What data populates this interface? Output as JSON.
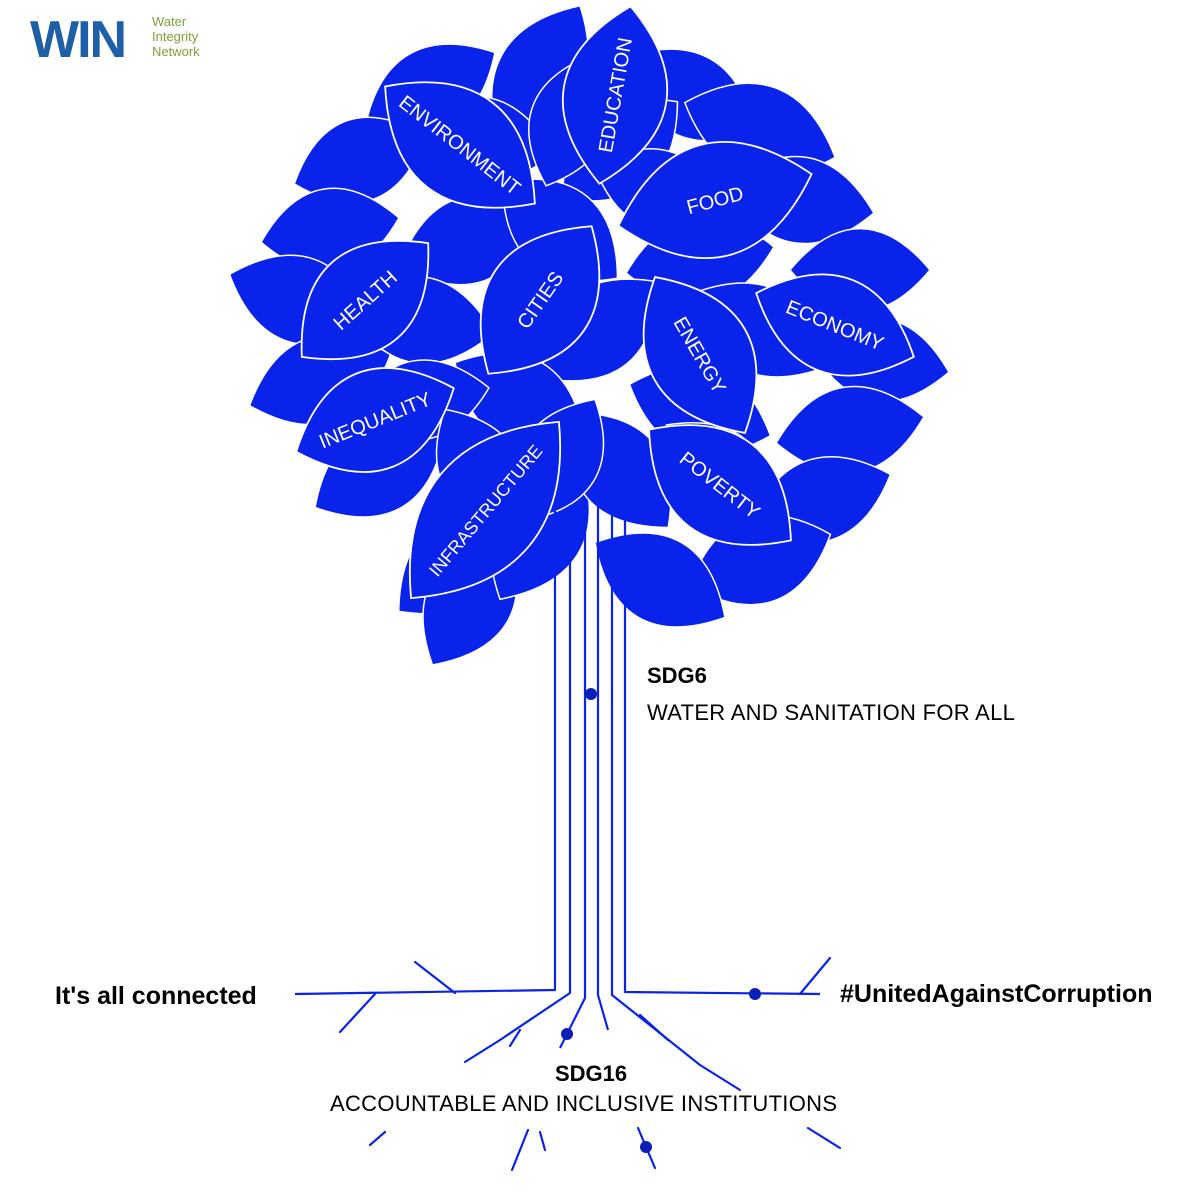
{
  "colors": {
    "primary": "#0a23ea",
    "leaf_stroke": "#ffffff",
    "logo_blue": "#1f5fa8",
    "logo_green": "#7da237"
  },
  "logo": {
    "mark": "WIN",
    "line1": "Water",
    "line2": "Integrity",
    "line3": "Network"
  },
  "leaves": [
    "ENVIRONMENT",
    "EDUCATION",
    "FOOD",
    "HEALTH",
    "CITIES",
    "ENERGY",
    "ECONOMY",
    "INEQUALITY",
    "INFRASTRUCTURE",
    "POVERTY"
  ],
  "sdg6": {
    "title": "SDG6",
    "subtitle": "WATER AND SANITATION FOR ALL"
  },
  "sdg16": {
    "title": "SDG16",
    "subtitle": "ACCOUNTABLE AND INCLUSIVE INSTITUTIONS"
  },
  "left_tagline": "It's all connected",
  "right_hashtag": "#UnitedAgainstCorruption"
}
